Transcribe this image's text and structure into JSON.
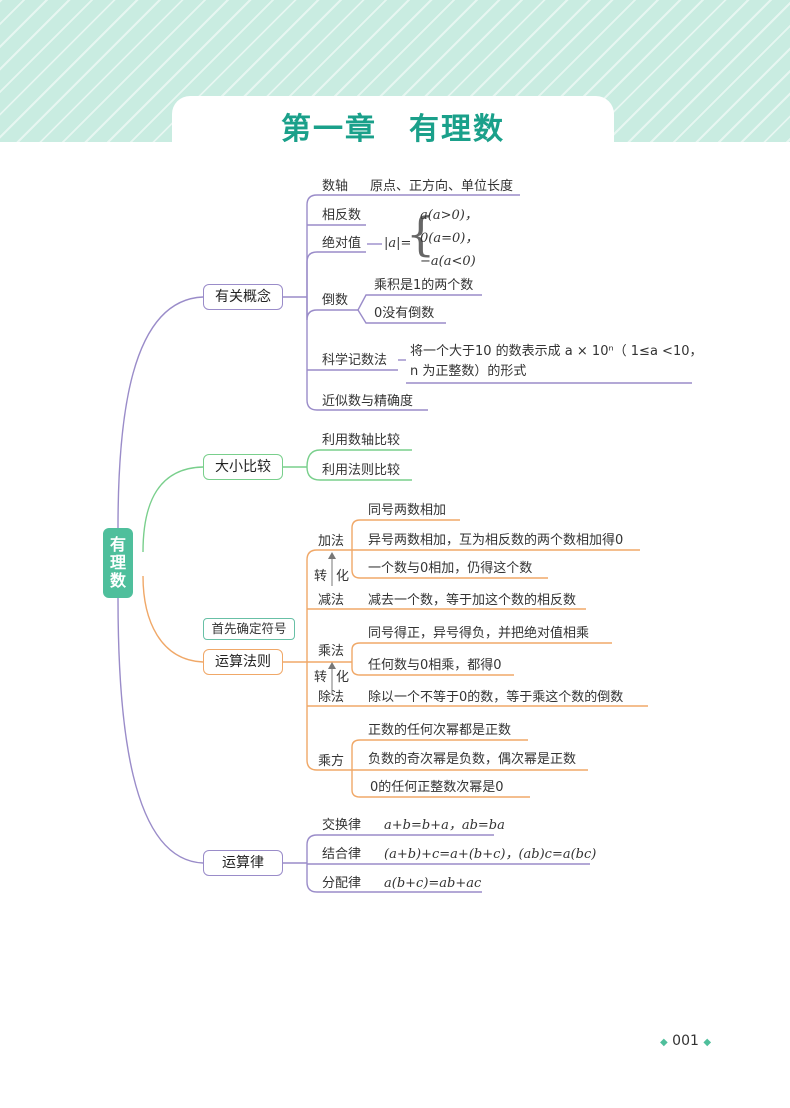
{
  "chapter": {
    "title": "第一章　有理数"
  },
  "root": "有理数",
  "branches": {
    "concepts": {
      "label": "有关概念",
      "number_line": {
        "label": "数轴",
        "desc": "原点、正方向、单位长度"
      },
      "opposite": "相反数",
      "absolute": {
        "label": "绝对值",
        "expr": "|a|=",
        "case1": "a(a>0)，",
        "case2": "0(a=0)，",
        "case3": "−a(a<0)"
      },
      "reciprocal": {
        "label": "倒数",
        "item1": "乘积是1的两个数",
        "item2": "0没有倒数"
      },
      "scientific": {
        "label": "科学记数法",
        "line1": "将一个大于10 的数表示成 a × 10ⁿ（ 1≤a <10，",
        "line2": "n 为正整数）的形式"
      },
      "approx": "近似数与精确度"
    },
    "compare": {
      "label": "大小比较",
      "item1": "利用数轴比较",
      "item2": "利用法则比较"
    },
    "operations": {
      "label": "运算法则",
      "tag": "首先确定符号",
      "add": {
        "label": "加法",
        "item1": "同号两数相加",
        "item2": "异号两数相加，互为相反数的两个数相加得0",
        "item3": "一个数与0相加，仍得这个数"
      },
      "transform1": {
        "a": "转",
        "b": "化"
      },
      "subtract": {
        "label": "减法",
        "desc": "减去一个数，等于加这个数的相反数"
      },
      "multiply": {
        "label": "乘法",
        "item1": "同号得正，异号得负，并把绝对值相乘",
        "item2": "任何数与0相乘，都得0"
      },
      "transform2": {
        "a": "转",
        "b": "化"
      },
      "divide": {
        "label": "除法",
        "desc": "除以一个不等于0的数，等于乘这个数的倒数"
      },
      "power": {
        "label": "乘方",
        "item1": "正数的任何次幂都是正数",
        "item2": "负数的奇次幂是负数，偶次幂是正数",
        "item3": "0的任何正整数次幂是0"
      }
    },
    "laws": {
      "label": "运算律",
      "commutative": {
        "label": "交换律",
        "formula": "a+b=b+a，ab=ba"
      },
      "associative": {
        "label": "结合律",
        "formula": "(a+b)+c=a+(b+c)，(ab)c=a(bc)"
      },
      "distributive": {
        "label": "分配律",
        "formula": "a(b+c)=ab+ac"
      }
    }
  },
  "page_number": "001",
  "colors": {
    "teal": "#1aa08a",
    "purple": "#9a8cc9",
    "green": "#79cf8c",
    "orange": "#f0a868",
    "banner": "#c9ece1"
  }
}
